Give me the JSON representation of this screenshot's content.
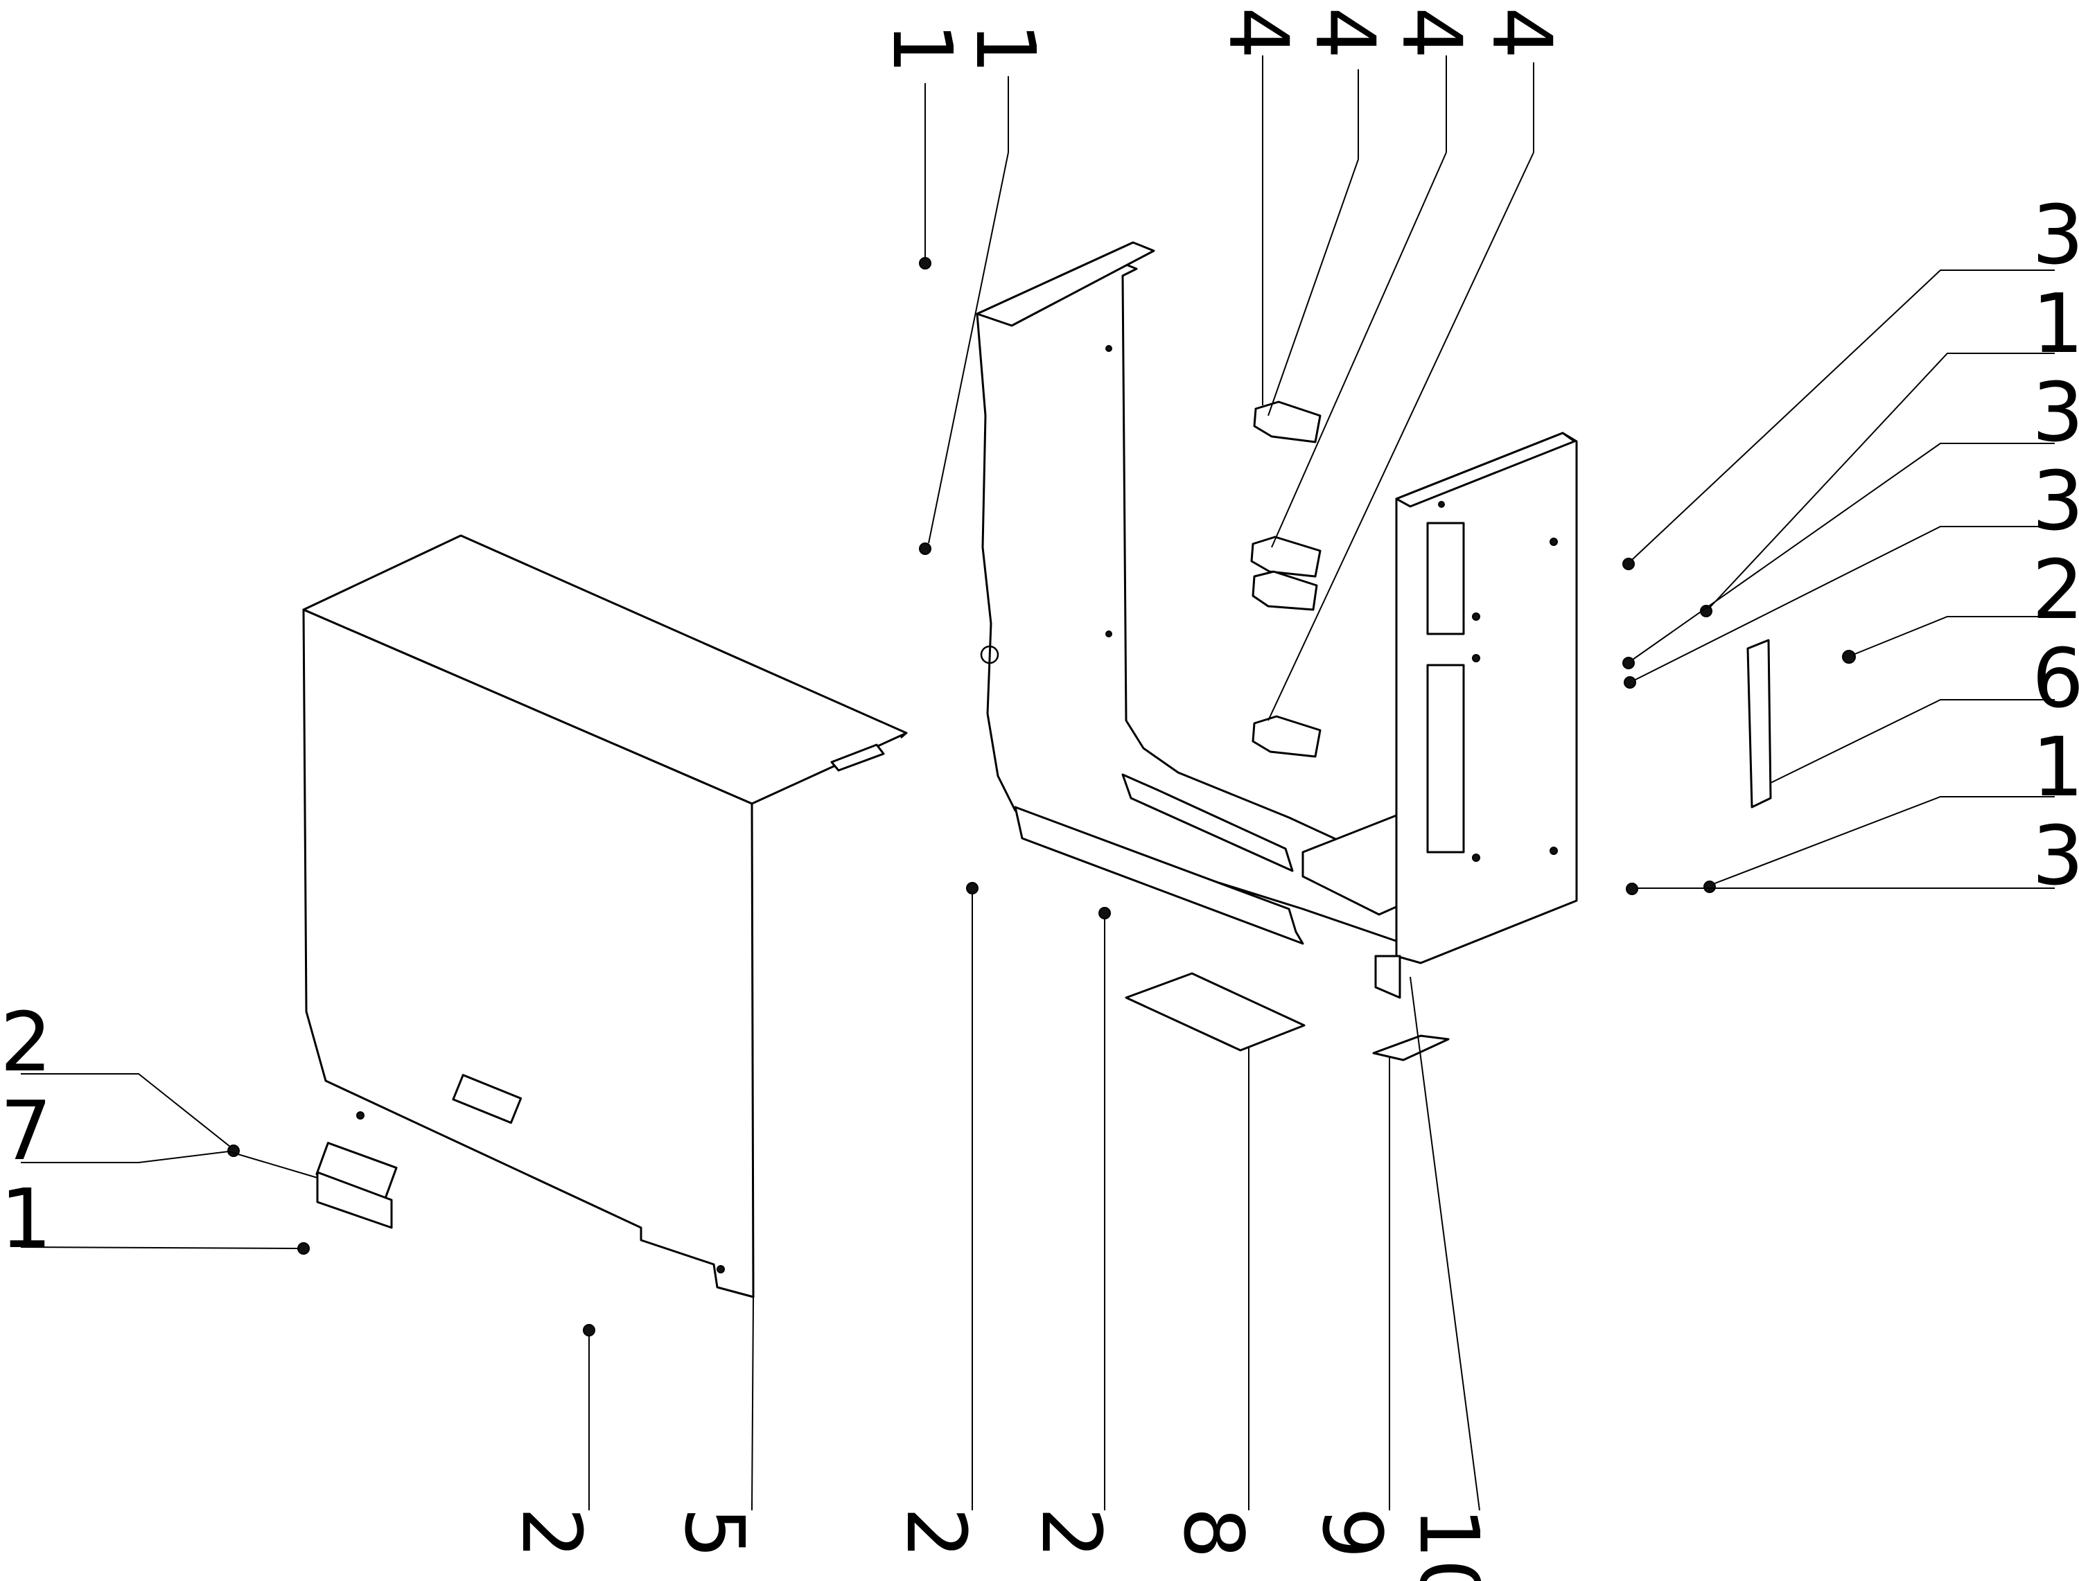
{
  "callouts": {
    "top": [
      "1",
      "1",
      "4",
      "4",
      "4",
      "4"
    ],
    "right": [
      "3",
      "1",
      "3",
      "3",
      "2",
      "6",
      "1",
      "3"
    ],
    "left": [
      "2",
      "7",
      "1"
    ],
    "bottom": [
      "2",
      "5",
      "2",
      "2",
      "8",
      "9",
      "10"
    ]
  }
}
